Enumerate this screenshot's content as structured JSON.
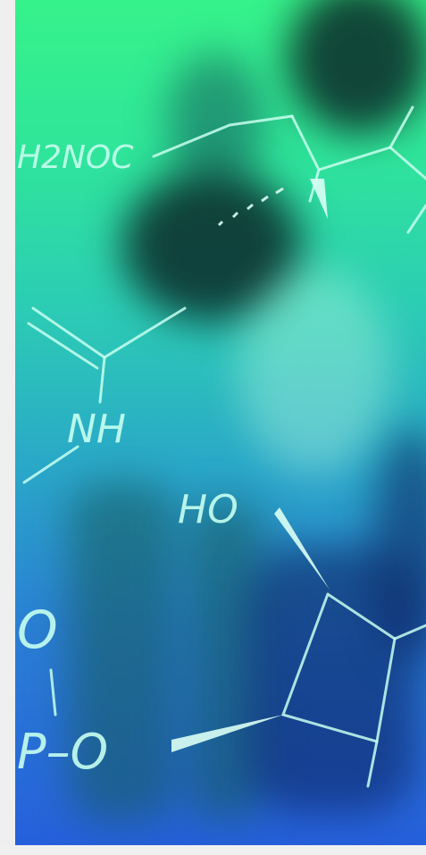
{
  "scene": {
    "molecule_labels": {
      "h2noc": "H2NOC",
      "nh": "NH",
      "ho": "HO",
      "po": "P–O",
      "o": "O"
    }
  },
  "colors": {
    "top_gradient": "#36f28a",
    "mid_gradient": "#2aa8c8",
    "bottom_gradient": "#2660dc",
    "margin": "#efefef"
  }
}
